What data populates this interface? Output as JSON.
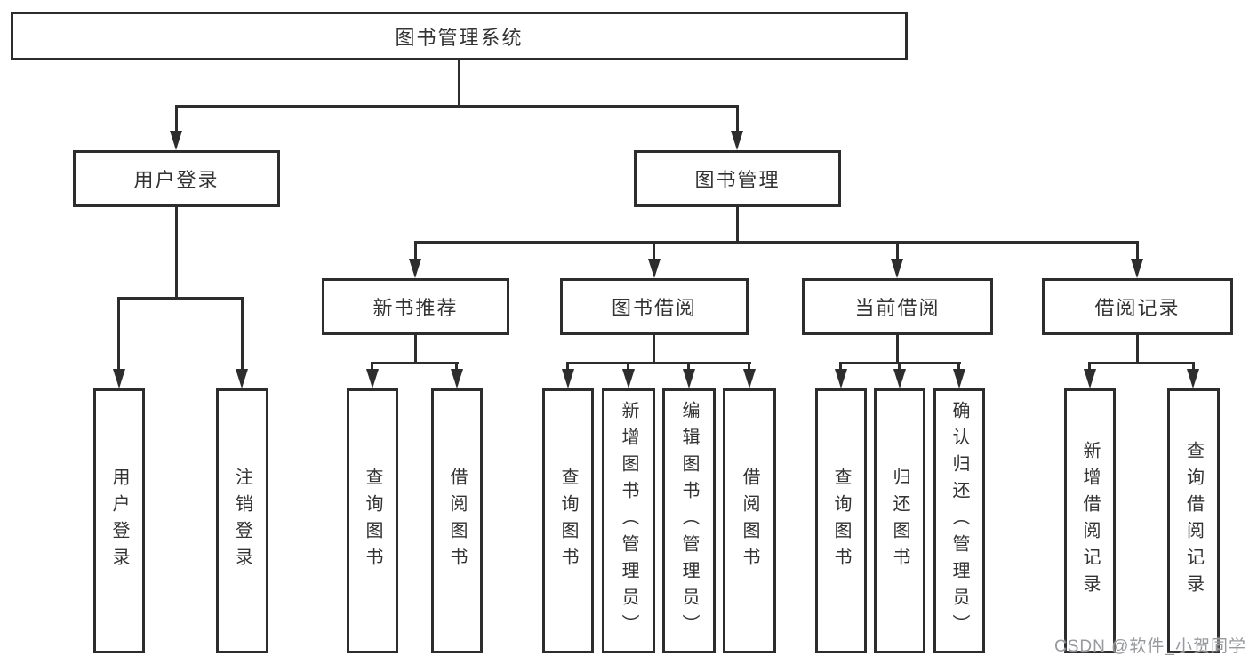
{
  "tree": {
    "root": {
      "label": "图书管理系统"
    },
    "login_branch": {
      "label": "用户登录",
      "children": [
        {
          "label": "用户登录"
        },
        {
          "label": "注销登录"
        }
      ]
    },
    "manage_branch": {
      "label": "图书管理",
      "sections": [
        {
          "label": "新书推荐",
          "children": [
            {
              "label": "查询图书"
            },
            {
              "label": "借阅图书"
            }
          ]
        },
        {
          "label": "图书借阅",
          "children": [
            {
              "label": "查询图书"
            },
            {
              "label": "新增图书（管理员）"
            },
            {
              "label": "编辑图书（管理员）"
            },
            {
              "label": "借阅图书"
            }
          ]
        },
        {
          "label": "当前借阅",
          "children": [
            {
              "label": "查询图书"
            },
            {
              "label": "归还图书"
            },
            {
              "label": "确认归还（管理员）"
            }
          ]
        },
        {
          "label": "借阅记录",
          "children": [
            {
              "label": "新增借阅记录"
            },
            {
              "label": "查询借阅记录"
            }
          ]
        }
      ]
    }
  },
  "watermark": {
    "text": "CSDN @软件_小贺同学"
  },
  "colors": {
    "line": "#2d2d2d",
    "text": "#333333",
    "watermark": "#97999d",
    "background": "#ffffff"
  }
}
